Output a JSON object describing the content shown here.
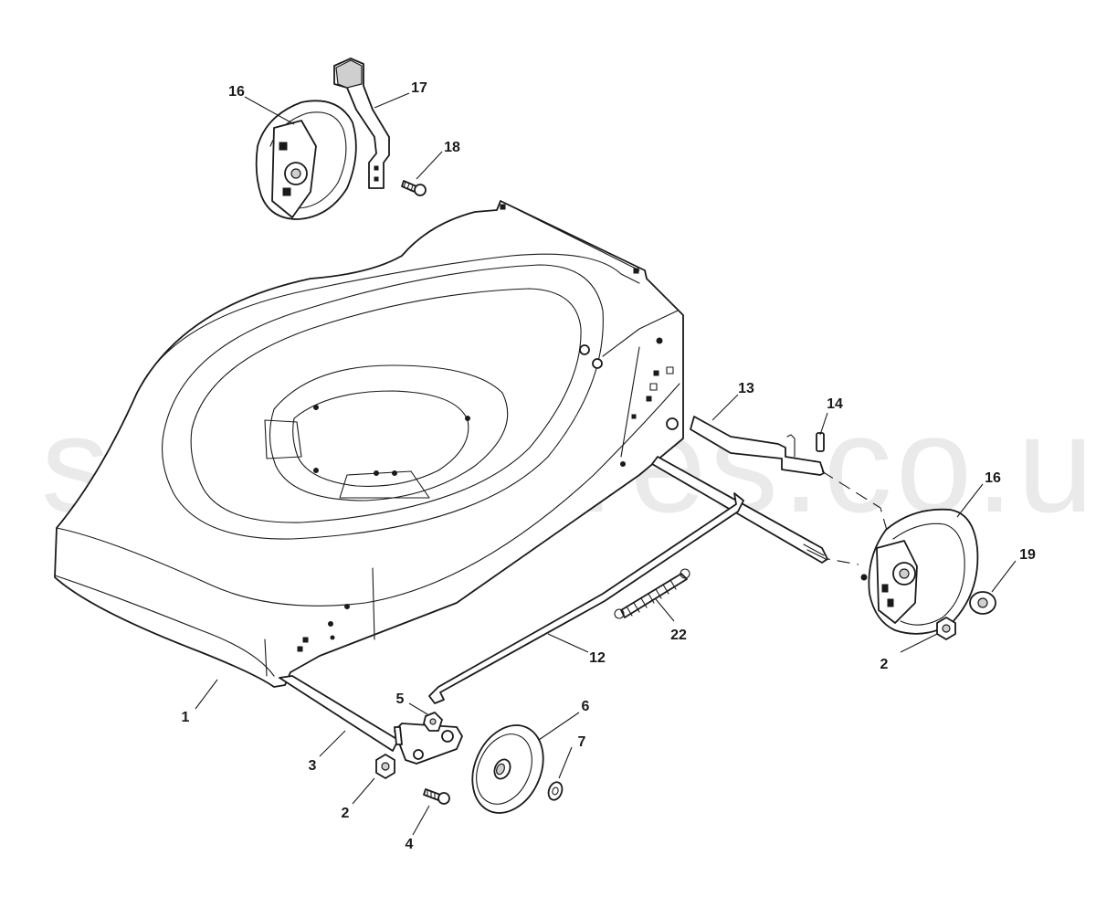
{
  "watermark": "stigaspares.co.uk",
  "callouts": [
    {
      "id": "c16a",
      "text": "16"
    },
    {
      "id": "c17",
      "text": "17"
    },
    {
      "id": "c18",
      "text": "18"
    },
    {
      "id": "c13",
      "text": "13"
    },
    {
      "id": "c14",
      "text": "14"
    },
    {
      "id": "c16b",
      "text": "16"
    },
    {
      "id": "c19",
      "text": "19"
    },
    {
      "id": "c2a",
      "text": "2"
    },
    {
      "id": "c22",
      "text": "22"
    },
    {
      "id": "c12",
      "text": "12"
    },
    {
      "id": "c1",
      "text": "1"
    },
    {
      "id": "c5",
      "text": "5"
    },
    {
      "id": "c6",
      "text": "6"
    },
    {
      "id": "c7",
      "text": "7"
    },
    {
      "id": "c3",
      "text": "3"
    },
    {
      "id": "c2b",
      "text": "2"
    },
    {
      "id": "c4",
      "text": "4"
    }
  ]
}
